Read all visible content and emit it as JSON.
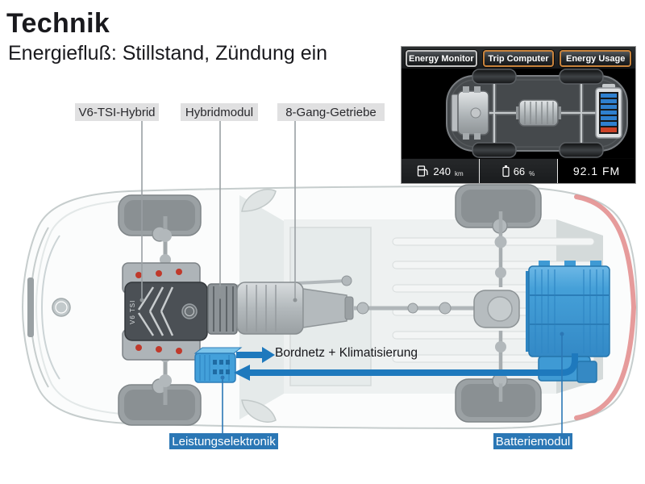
{
  "header": {
    "title": "Technik",
    "subtitle": "Energiefluß: Stillstand, Zündung ein"
  },
  "diagram": {
    "labels": {
      "engine": "V6-TSI-Hybrid",
      "hybrid_module": "Hybridmodul",
      "transmission": "8-Gang-Getriebe",
      "power_electronics": "Leistungselektronik",
      "battery": "Batteriemodul",
      "flow": "Bordnetz + Klimatisierung"
    },
    "engine_badge": "V6 TSI",
    "colors": {
      "flow_blue": "#1e79bd",
      "component_blue": "#45a0d8",
      "label_blue": "#2b77b5",
      "label_gray": "#e0e0e1",
      "tail_light_red": "#e39090"
    }
  },
  "infotainment": {
    "tabs": [
      {
        "label": "Energy Monitor",
        "active": true
      },
      {
        "label": "Trip Computer",
        "active": false
      },
      {
        "label": "Energy Usage",
        "active": false
      }
    ],
    "status": {
      "range_value": "240",
      "range_unit": "km",
      "battery_value": "66",
      "battery_unit": "%",
      "radio": "92.1 FM"
    },
    "colors": {
      "tab_active_border": "#c2c2c2",
      "tab_border": "#c8833c",
      "charge_bar_blue": "#2f80cf",
      "charge_bar_red": "#cc4328"
    }
  }
}
